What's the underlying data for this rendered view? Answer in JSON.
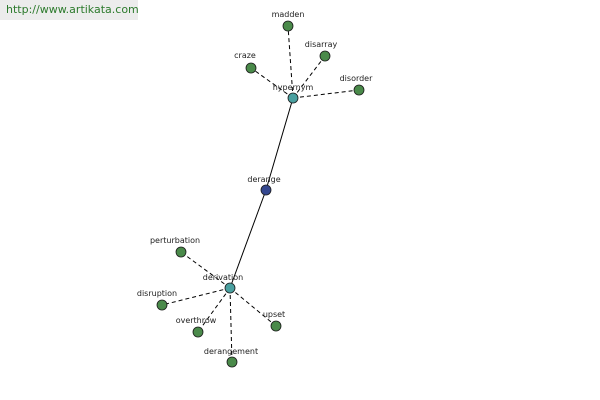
{
  "source_url": "http://www.artikata.com",
  "colors": {
    "central": "#34478f",
    "relation": "#4aa0a0",
    "leaf": "#4a8a4a"
  },
  "nodes": {
    "derange": "derange",
    "hypernym": "hypernym",
    "derivation": "derivation",
    "madden": "madden",
    "craze": "craze",
    "disarray": "disarray",
    "disorder": "disorder",
    "perturbation": "perturbation",
    "disruption": "disruption",
    "overthrow": "overthrow",
    "derangement": "derangement",
    "upset": "upset"
  }
}
